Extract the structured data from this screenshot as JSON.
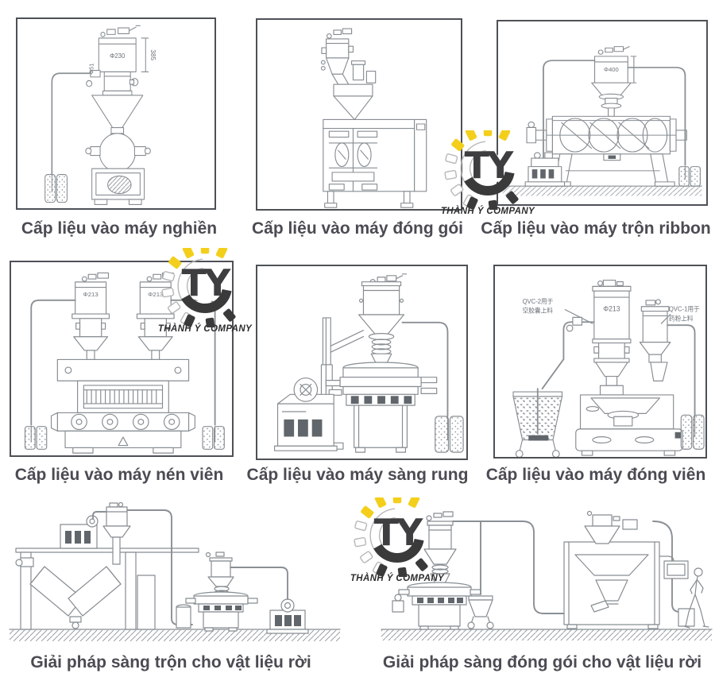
{
  "page": {
    "background": "#ffffff",
    "line_color": "#878d92",
    "caption_color": "#4b4b53"
  },
  "watermark": {
    "initials": "TY",
    "company": "THÀNH Ý COMPANY",
    "colors": {
      "yellow": "#f3cf1b",
      "black": "#3a3a3a",
      "gray": "#b9b9b9",
      "text": "#2d2d2f"
    }
  },
  "panels": [
    {
      "caption": "Cấp liệu vào máy nghiền",
      "labels": {
        "diameter": "Φ230",
        "height_dim": "385",
        "pipe_dia": "Φ51"
      }
    },
    {
      "caption": "Cấp liệu vào máy đóng gói",
      "labels": {}
    },
    {
      "caption": "Cấp liệu vào máy trộn ribbon",
      "labels": {
        "diameter": "Φ400"
      }
    },
    {
      "caption": "Cấp liệu vào máy nén viên",
      "labels": {
        "left_diameter": "Φ213",
        "right_diameter": "Φ213"
      }
    },
    {
      "caption": "Cấp liệu vào máy sàng rung",
      "labels": {}
    },
    {
      "caption": "Cấp liệu vào máy đóng viên",
      "labels": {
        "diameter": "Φ213",
        "callout2_line1": "QVC-2用于",
        "callout2_line2": "空胶囊上料",
        "callout1_line1": "QVC-1用于",
        "callout1_line2": "药粉上料"
      }
    },
    {
      "caption": "Giải pháp sàng trộn cho vật liệu rời",
      "labels": {}
    },
    {
      "caption": "Giải pháp sàng đóng gói cho vật liệu rời",
      "labels": {}
    }
  ]
}
